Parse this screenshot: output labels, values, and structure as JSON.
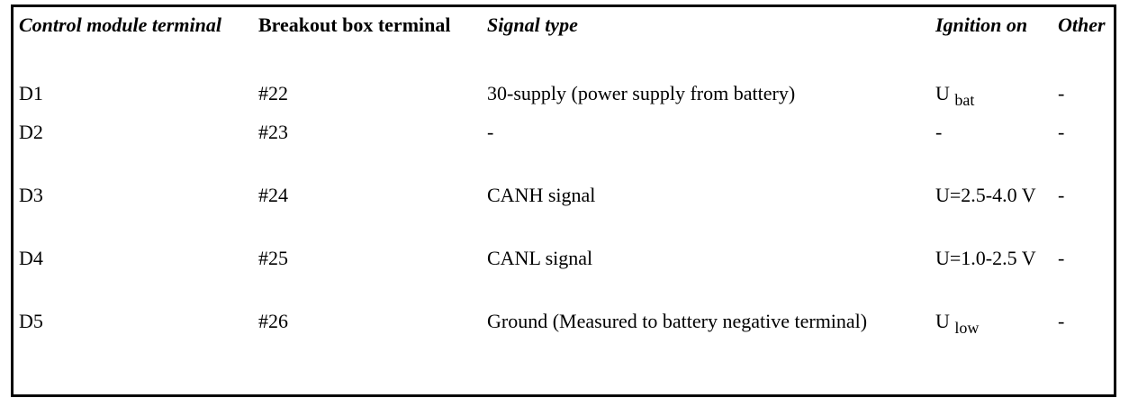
{
  "table": {
    "headers": [
      "Control module terminal",
      "Breakout box terminal",
      "Signal type",
      "Ignition on",
      "Other"
    ],
    "rows": [
      {
        "control": "D1",
        "breakout": "#22",
        "signal": "30-supply (power supply from battery)",
        "ignition_main": "U",
        "ignition_sub": "bat",
        "other": "-"
      },
      {
        "control": "D2",
        "breakout": "#23",
        "signal": "-",
        "ignition_main": "-",
        "ignition_sub": "",
        "other": "-"
      },
      {
        "control": "D3",
        "breakout": "#24",
        "signal": "CANH signal",
        "ignition_main": "U=2.5-4.0 V",
        "ignition_sub": "",
        "other": "-"
      },
      {
        "control": "D4",
        "breakout": "#25",
        "signal": "CANL signal",
        "ignition_main": "U=1.0-2.5 V",
        "ignition_sub": "",
        "other": "-"
      },
      {
        "control": "D5",
        "breakout": "#26",
        "signal": "Ground (Measured to battery negative terminal)",
        "ignition_main": "U",
        "ignition_sub": "low",
        "other": "-"
      }
    ]
  }
}
